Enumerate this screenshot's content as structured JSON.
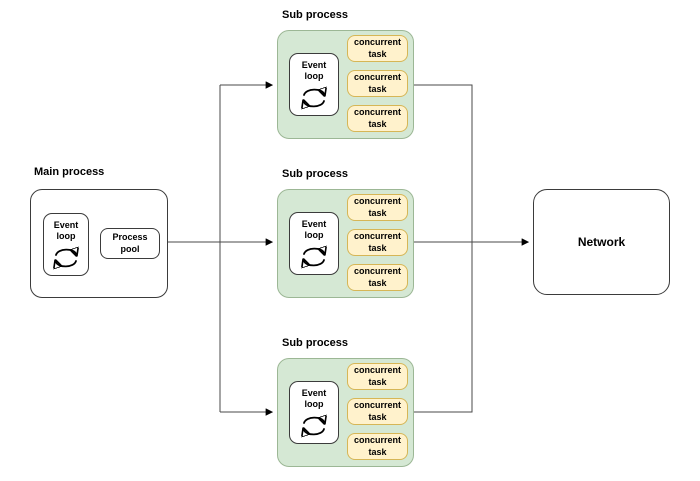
{
  "colors": {
    "subprocess_fill": "#d5e8d4",
    "subprocess_border": "#9cb795",
    "task_fill": "#fff2cc",
    "task_border": "#d6b656",
    "box_border": "#3b3b3b",
    "line_color": "#4a4a4a",
    "arrow_color": "#000000",
    "text_color": "#000000",
    "bg": "#ffffff"
  },
  "icons": {
    "event_loop": "cycle-arrows-icon"
  },
  "main_process": {
    "title": "Main process",
    "event_loop": "Event loop",
    "process_pool": "Process pool"
  },
  "sub_processes": [
    {
      "title": "Sub process",
      "event_loop": "Event loop",
      "tasks": [
        "concurrent task",
        "concurrent task",
        "concurrent task"
      ]
    },
    {
      "title": "Sub process",
      "event_loop": "Event loop",
      "tasks": [
        "concurrent task",
        "concurrent task",
        "concurrent task"
      ]
    },
    {
      "title": "Sub process",
      "event_loop": "Event loop",
      "tasks": [
        "concurrent task",
        "concurrent task",
        "concurrent task"
      ]
    }
  ],
  "network": {
    "label": "Network"
  }
}
